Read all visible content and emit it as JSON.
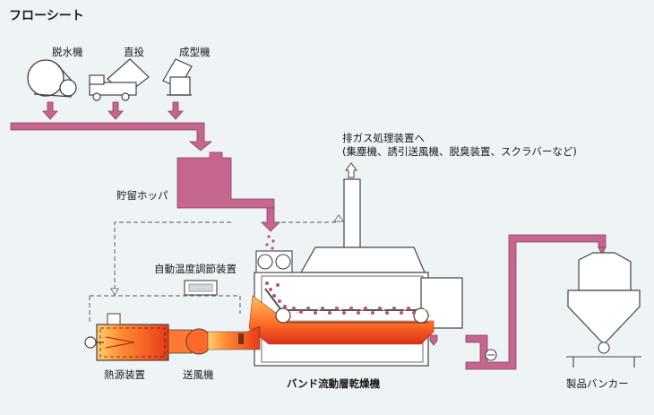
{
  "title": "フローシート",
  "labels": {
    "dewatering_machine": "脱水機",
    "direct_feed": "直投",
    "molding_machine": "成型機",
    "storage_hopper": "貯留ホッパ",
    "exhaust_gas_line1": "排ガス処理装置へ",
    "exhaust_gas_line2": "(集塵機、誘引送風機、脱臭装置、スクラバーなど)",
    "auto_temp_control": "自動温度調節装置",
    "heat_source": "熱源装置",
    "blower": "送風機",
    "band_dryer": "バンド流動層乾燥機",
    "product_bunker": "製品バンカー"
  },
  "colors": {
    "background": "#eef3f6",
    "pipe": "#b5537f",
    "pipe_fill": "#c5668f",
    "equipment_outline": "#444444",
    "hot_gas_light": "#ffc060",
    "hot_gas_dark": "#ee3a1a",
    "granule": "#b5537f"
  }
}
